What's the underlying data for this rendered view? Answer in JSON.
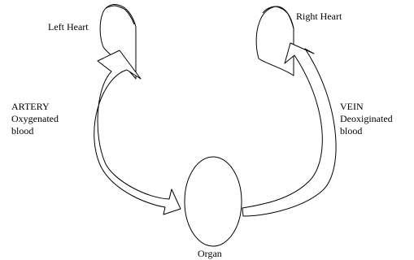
{
  "labels": {
    "left_heart": "Left Heart",
    "right_heart": "Right Heart",
    "artery": [
      "ARTERY",
      "Oxygenated",
      "blood"
    ],
    "vein": [
      "VEIN",
      "Deoxiginated",
      "blood"
    ],
    "organ": "Organ"
  },
  "colors": {
    "stroke": "#000000",
    "fill": "#ffffff"
  }
}
